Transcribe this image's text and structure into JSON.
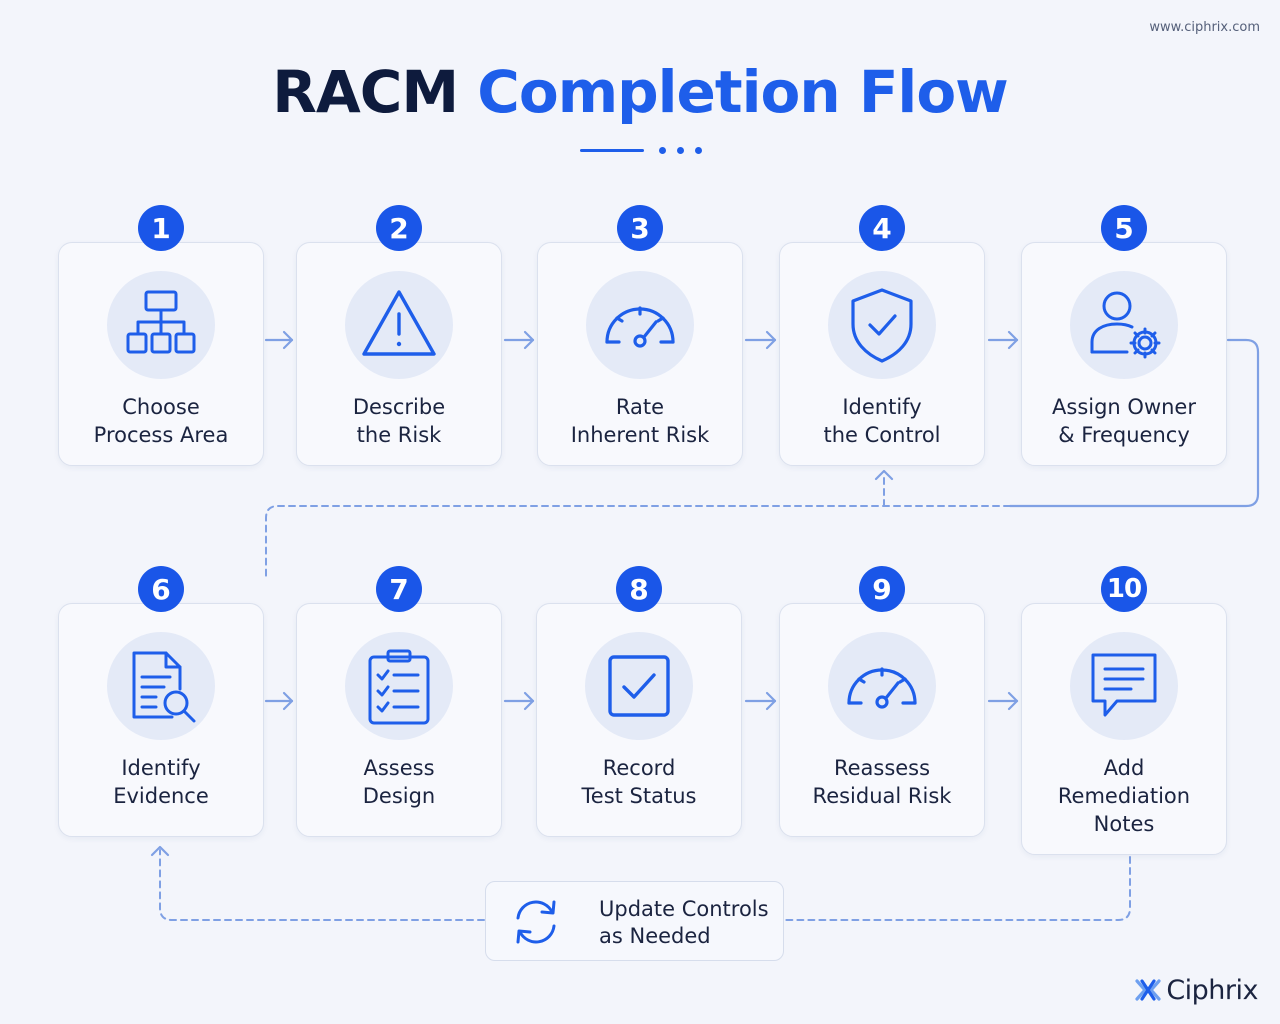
{
  "site_url": "www.ciphrix.com",
  "title": {
    "part1": "RACM",
    "part2": "Completion Flow"
  },
  "steps": [
    {
      "number": "1",
      "line1": "Choose",
      "line2": "Process Area",
      "icon": "org-chart-icon"
    },
    {
      "number": "2",
      "line1": "Describe",
      "line2": "the Risk",
      "icon": "warning-icon"
    },
    {
      "number": "3",
      "line1": "Rate",
      "line2": "Inherent Risk",
      "icon": "gauge-icon"
    },
    {
      "number": "4",
      "line1": "Identify",
      "line2": "the Control",
      "icon": "shield-check-icon"
    },
    {
      "number": "5",
      "line1": "Assign Owner",
      "line2": "& Frequency",
      "icon": "user-gear-icon"
    },
    {
      "number": "6",
      "line1": "Identify",
      "line2": "Evidence",
      "icon": "document-search-icon"
    },
    {
      "number": "7",
      "line1": "Assess",
      "line2": "Design",
      "icon": "clipboard-checklist-icon"
    },
    {
      "number": "8",
      "line1": "Record",
      "line2": "Test Status",
      "icon": "checkbox-icon"
    },
    {
      "number": "9",
      "line1": "Reassess",
      "line2": "Residual Risk",
      "icon": "gauge-icon"
    },
    {
      "number": "10",
      "line1": "Add",
      "line2": "Remediation",
      "line3": "Notes",
      "icon": "chat-bubble-icon"
    }
  ],
  "update": {
    "line1": "Update Controls",
    "line2": "as Needed",
    "icon": "refresh-icon"
  },
  "brand": {
    "name": "Ciphrix",
    "icon": "ciphrix-logo-icon"
  },
  "colors": {
    "accent": "#1e5eea",
    "badge": "#1a56e8",
    "dark": "#0e1b3d",
    "connector": "#7fa0e4",
    "background": "#f3f5fb"
  }
}
